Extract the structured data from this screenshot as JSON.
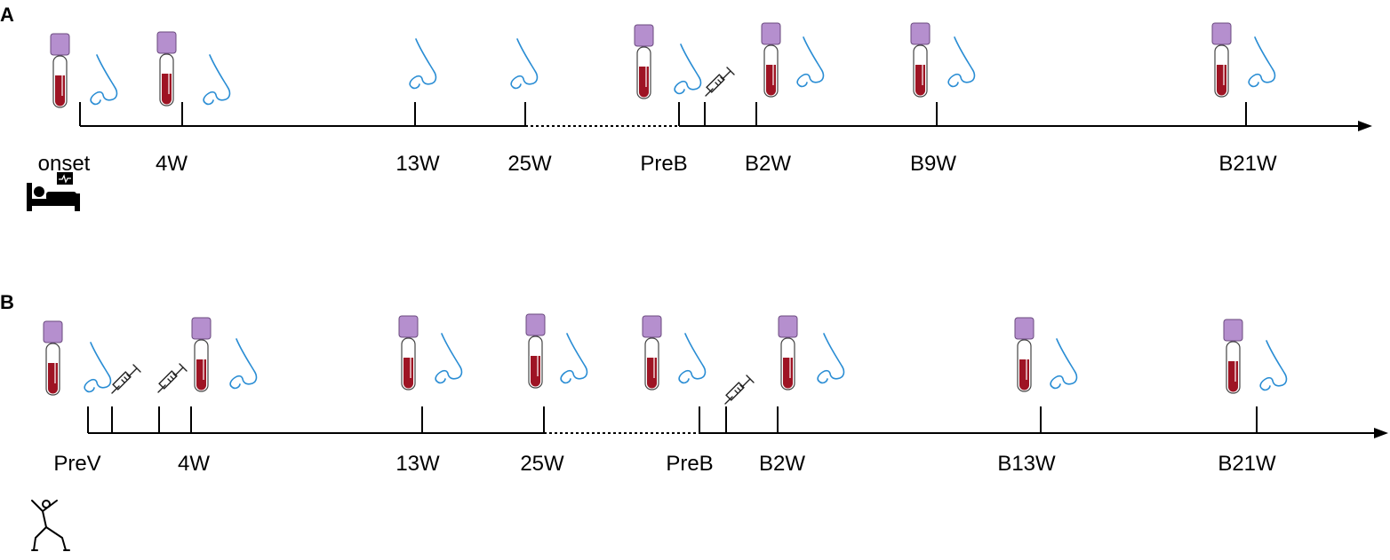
{
  "colors": {
    "line": "#000000",
    "cap": "#b58fce",
    "cap_stroke": "#6a4a7e",
    "blood": "#9e1424",
    "nose": "#2a8dd4"
  },
  "panels": [
    {
      "label": "A",
      "subject_icon": "hospital-bed-icon",
      "timepoints": [
        {
          "label": "onset",
          "blood": true,
          "nose": true,
          "vaccine": false
        },
        {
          "label": "4W",
          "blood": true,
          "nose": true,
          "vaccine": false
        },
        {
          "label": "13W",
          "blood": false,
          "nose": true,
          "vaccine": false
        },
        {
          "label": "25W",
          "blood": false,
          "nose": true,
          "vaccine": false
        },
        {
          "label": "PreB",
          "blood": true,
          "nose": true,
          "vaccine": false
        },
        {
          "label": "",
          "blood": false,
          "nose": false,
          "vaccine": true
        },
        {
          "label": "B2W",
          "blood": true,
          "nose": true,
          "vaccine": false
        },
        {
          "label": "B9W",
          "blood": true,
          "nose": true,
          "vaccine": false
        },
        {
          "label": "B21W",
          "blood": true,
          "nose": true,
          "vaccine": false
        }
      ]
    },
    {
      "label": "B",
      "subject_icon": "exercising-person-icon",
      "timepoints": [
        {
          "label": "PreV",
          "blood": true,
          "nose": true,
          "vaccine": false
        },
        {
          "label": "",
          "blood": false,
          "nose": false,
          "vaccine": true
        },
        {
          "label": "",
          "blood": false,
          "nose": false,
          "vaccine": true
        },
        {
          "label": "4W",
          "blood": true,
          "nose": true,
          "vaccine": false
        },
        {
          "label": "13W",
          "blood": true,
          "nose": true,
          "vaccine": false
        },
        {
          "label": "25W",
          "blood": true,
          "nose": true,
          "vaccine": false
        },
        {
          "label": "PreB",
          "blood": true,
          "nose": true,
          "vaccine": false
        },
        {
          "label": "",
          "blood": false,
          "nose": false,
          "vaccine": true
        },
        {
          "label": "B2W",
          "blood": true,
          "nose": true,
          "vaccine": false
        },
        {
          "label": "B13W",
          "blood": true,
          "nose": true,
          "vaccine": false
        },
        {
          "label": "B21W",
          "blood": true,
          "nose": true,
          "vaccine": false
        }
      ]
    }
  ]
}
